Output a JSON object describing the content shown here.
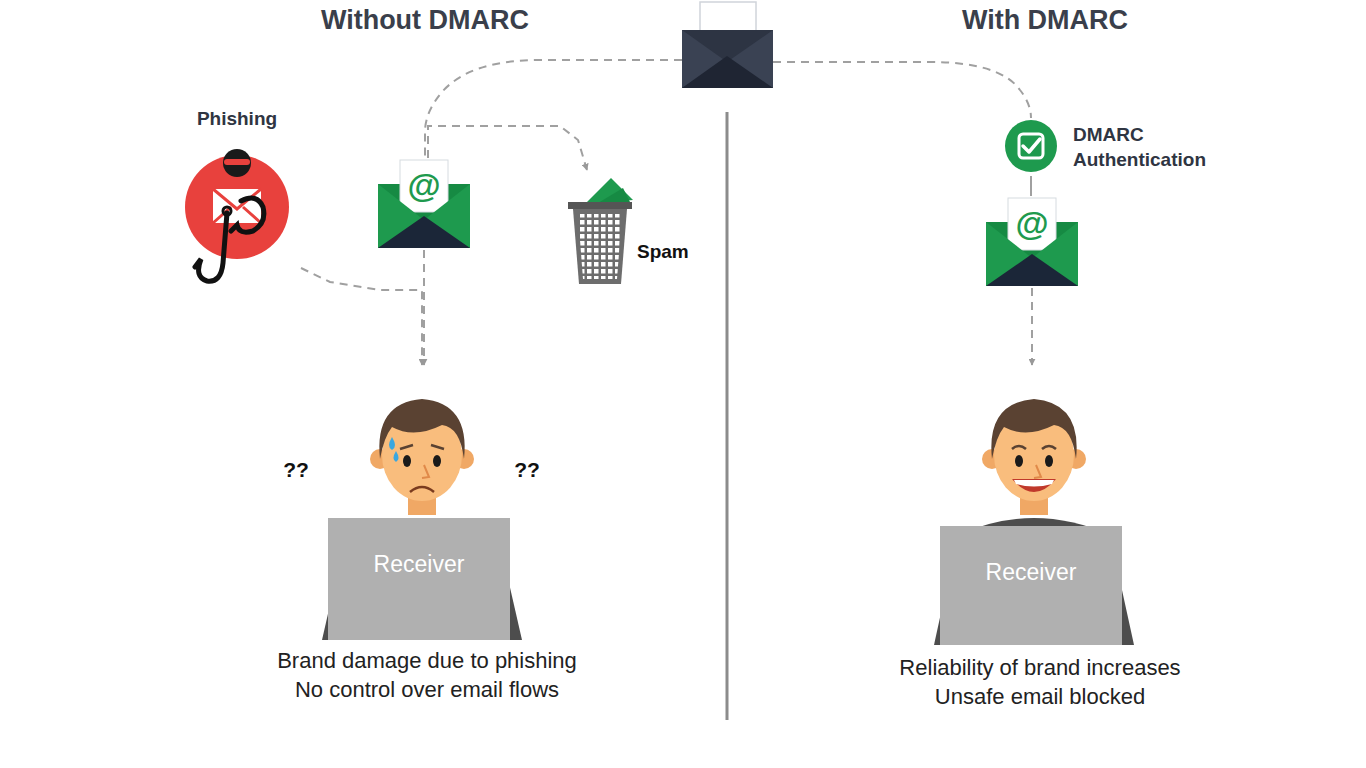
{
  "diagram": {
    "nodes": [
      {
        "text": [
          "Phishing"
        ]
      },
      {
        "text": [
          "@"
        ]
      },
      {
        "text": [
          "Spam"
        ]
      },
      {
        "text": [
          "Receiver"
        ]
      },
      {
        "text": [
          "DMARC Authentication"
        ]
      },
      {
        "text": [
          "@"
        ]
      },
      {
        "text": [
          "Receiver"
        ]
      }
    ],
    "edges": [
      {
        "from": 0,
        "to": 3,
        "arrow": "to"
      },
      {
        "from": 1,
        "to": 3,
        "arrow": "to"
      },
      {
        "from": 1,
        "to": 2,
        "arrow": "to"
      },
      {
        "from": 4,
        "to": 5,
        "arrow": "none"
      },
      {
        "from": 5,
        "to": 6,
        "arrow": "to"
      }
    ],
    "labels": [
      "Without DMARC",
      "With DMARC",
      "??",
      "??",
      "Brand damage due to phishing",
      "No control over email flows",
      "Reliability of brand increases",
      "Unsafe email blocked"
    ]
  }
}
